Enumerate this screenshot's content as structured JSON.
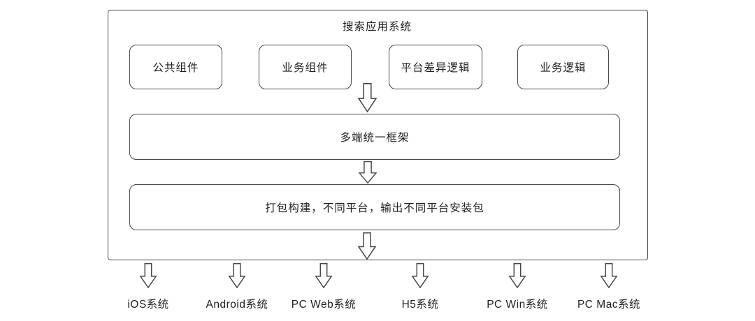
{
  "diagram": {
    "title": "搜索应用系统",
    "components": [
      {
        "label": "公共组件"
      },
      {
        "label": "业务组件"
      },
      {
        "label": "平台差异逻辑"
      },
      {
        "label": "业务逻辑"
      }
    ],
    "framework_box_label": "多端统一框架",
    "build_box_label": "打包构建，不同平台，输出不同平台安装包",
    "targets": [
      "iOS系统",
      "Android系统",
      "PC Web系统",
      "H5系统",
      "PC Win系统",
      "PC Mac系统"
    ],
    "colors": {
      "stroke": "#474747",
      "text": "#1f1f1f",
      "background": "#ffffff"
    }
  }
}
